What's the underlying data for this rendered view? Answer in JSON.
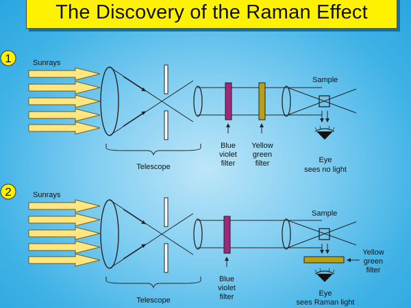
{
  "title": "The Discovery of the Raman Effect",
  "panels": [
    {
      "number": "1",
      "sunrays": "Sunrays",
      "telescope": "Telescope",
      "filter1": [
        "Blue",
        "violet",
        "filter"
      ],
      "filter2": [
        "Yellow",
        "green",
        "filter"
      ],
      "sample": "Sample",
      "eye": [
        "Eye",
        "sees no light"
      ]
    },
    {
      "number": "2",
      "sunrays": "Sunrays",
      "telescope": "Telescope",
      "filter1": [
        "Blue",
        "violet",
        "filter"
      ],
      "filter2": [
        "Yellow",
        "green",
        "filter"
      ],
      "sample": "Sample",
      "eye": [
        "Eye",
        "sees Raman light"
      ]
    }
  ],
  "colors": {
    "title_bg": "#fff200",
    "arrow_fill": "#ffe680",
    "blue_violet_filter": "#a0287a",
    "yellow_green_filter": "#b8a018"
  }
}
